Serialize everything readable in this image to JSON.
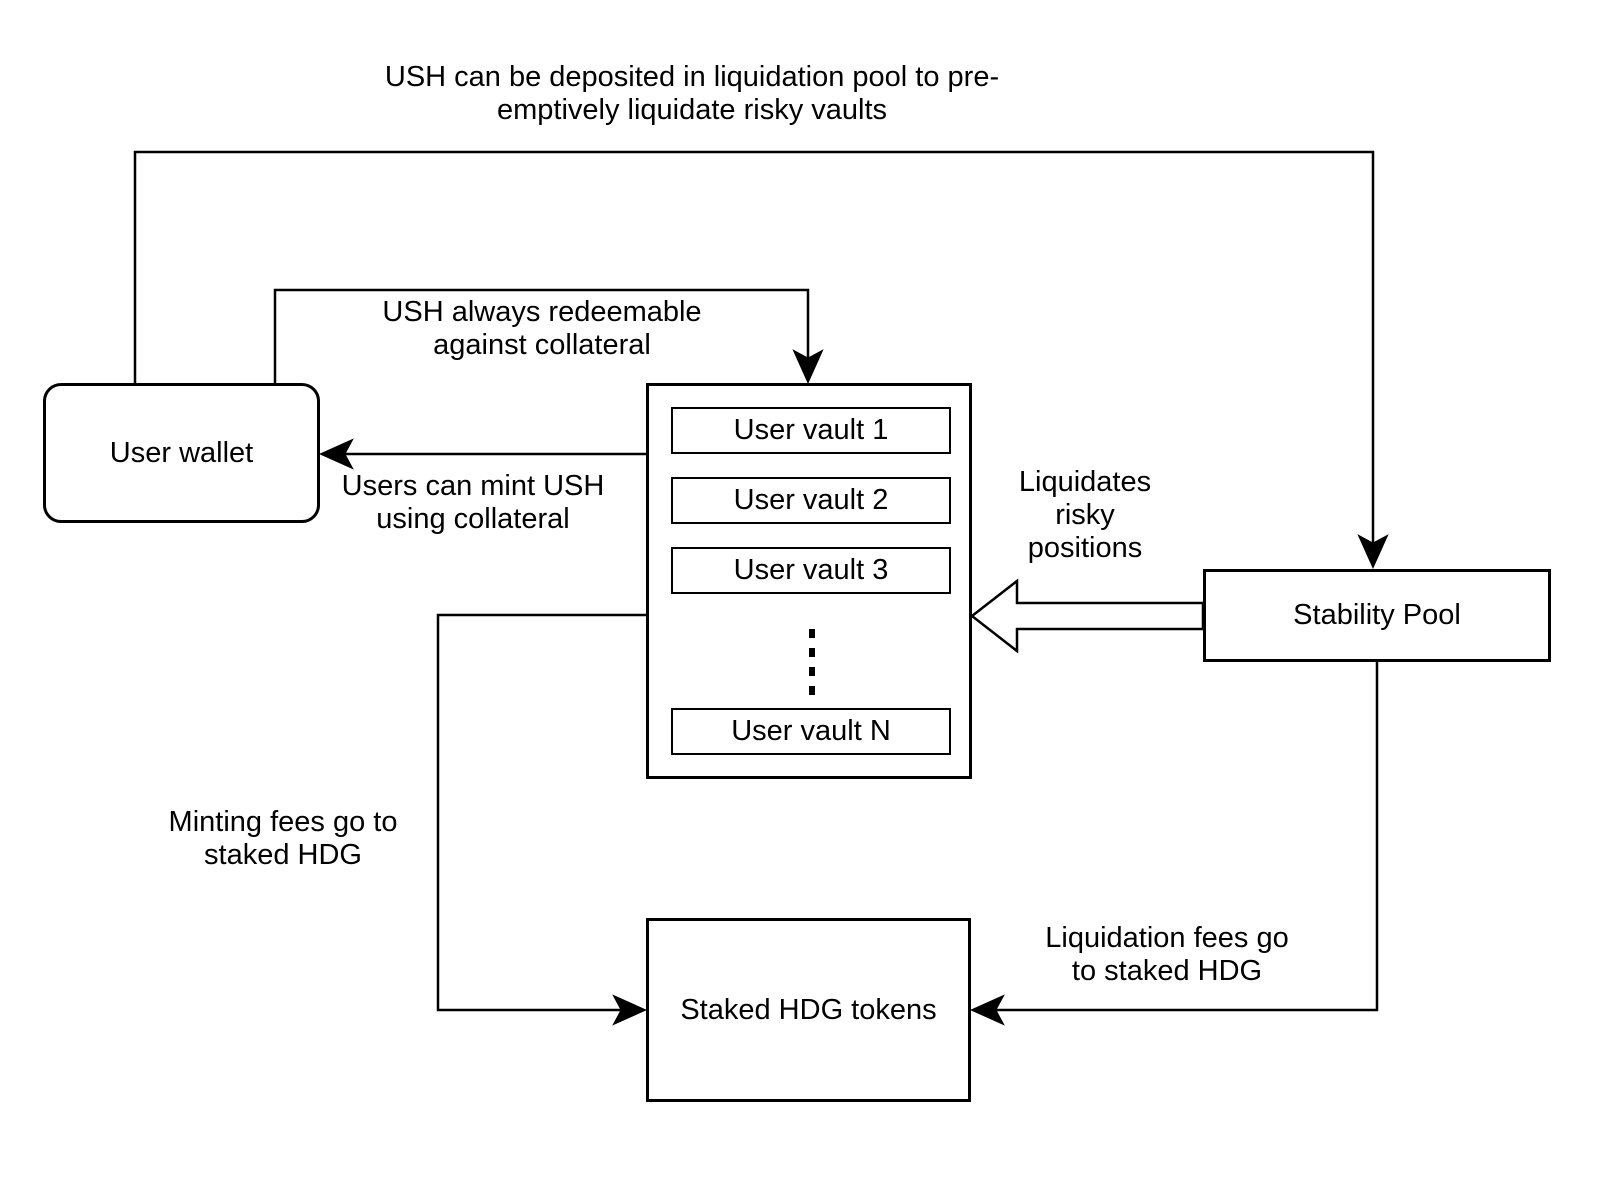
{
  "colors": {
    "line": "#000000",
    "box_fill": "#ffffff",
    "background": "#ffffff"
  },
  "nodes": {
    "user_wallet": {
      "label": "User wallet"
    },
    "vault_container": {
      "vaults": [
        "User vault 1",
        "User vault 2",
        "User vault 3",
        "User vault N"
      ]
    },
    "stability_pool": {
      "label": "Stability Pool"
    },
    "staked_hdg": {
      "label": "Staked HDG tokens"
    }
  },
  "edge_labels": {
    "deposit_liquidation": {
      "lines": [
        "USH can be deposited in liquidation pool to pre-",
        "emptively liquidate risky vaults"
      ]
    },
    "redeemable": {
      "lines": [
        "USH always redeemable",
        "against collateral"
      ]
    },
    "mint": {
      "lines": [
        "Users can mint USH",
        "using collateral"
      ]
    },
    "liquidates": {
      "lines": [
        "Liquidates",
        "risky",
        "positions"
      ]
    },
    "minting_fees": {
      "lines": [
        "Minting fees go to",
        "staked HDG"
      ]
    },
    "liquidation_fees": {
      "lines": [
        "Liquidation fees go",
        "to staked HDG"
      ]
    }
  }
}
